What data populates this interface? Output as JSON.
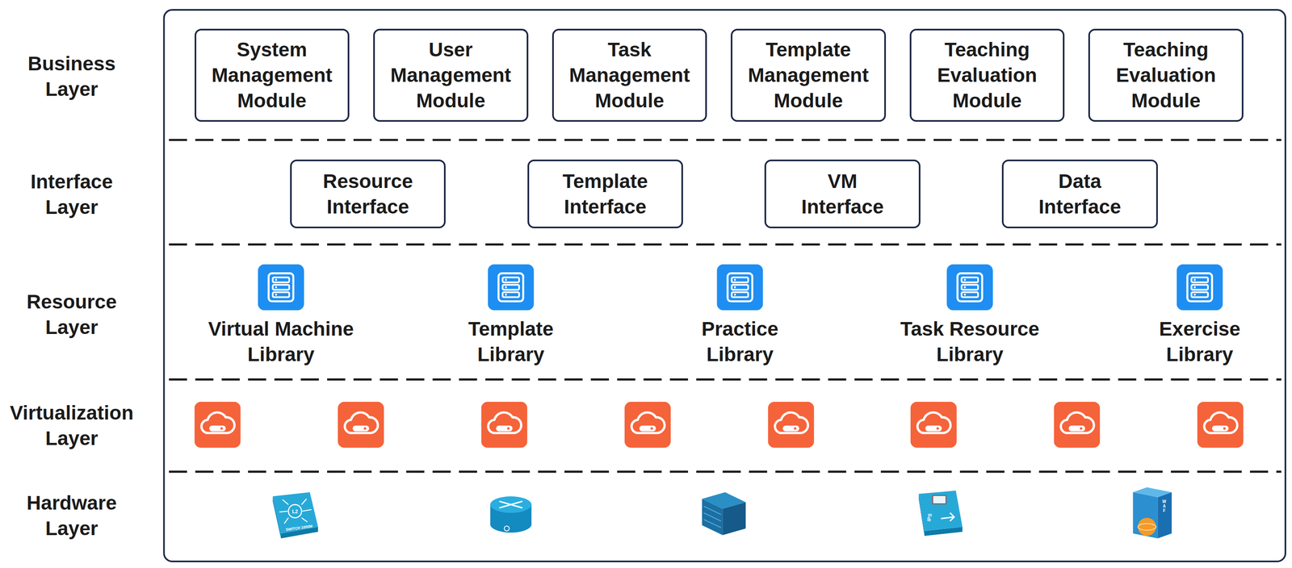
{
  "diagram": {
    "nodes": [
      {
        "text": [
          "System Management Module"
        ]
      },
      {
        "text": [
          "User Management Module"
        ]
      },
      {
        "text": [
          "Task Management Module"
        ]
      },
      {
        "text": [
          "Template Management Module"
        ]
      },
      {
        "text": [
          "Teaching Evaluation Module"
        ]
      },
      {
        "text": [
          "Teaching Evaluation Module"
        ]
      },
      {
        "text": [
          "Resource Interface"
        ]
      },
      {
        "text": [
          "Template Interface"
        ]
      },
      {
        "text": [
          "VM Interface"
        ]
      },
      {
        "text": [
          "Data Interface"
        ]
      }
    ],
    "labels": [
      "Business Layer",
      "Interface Layer",
      "Resource Layer",
      "Virtual Machine Library",
      "Template Library",
      "Practice Library",
      "Task Resource Library",
      "Exercise Library",
      "Virtualization Layer",
      "Hardware Layer",
      "L2",
      "SWITCH 1000M",
      "IPS",
      "WAF"
    ]
  }
}
